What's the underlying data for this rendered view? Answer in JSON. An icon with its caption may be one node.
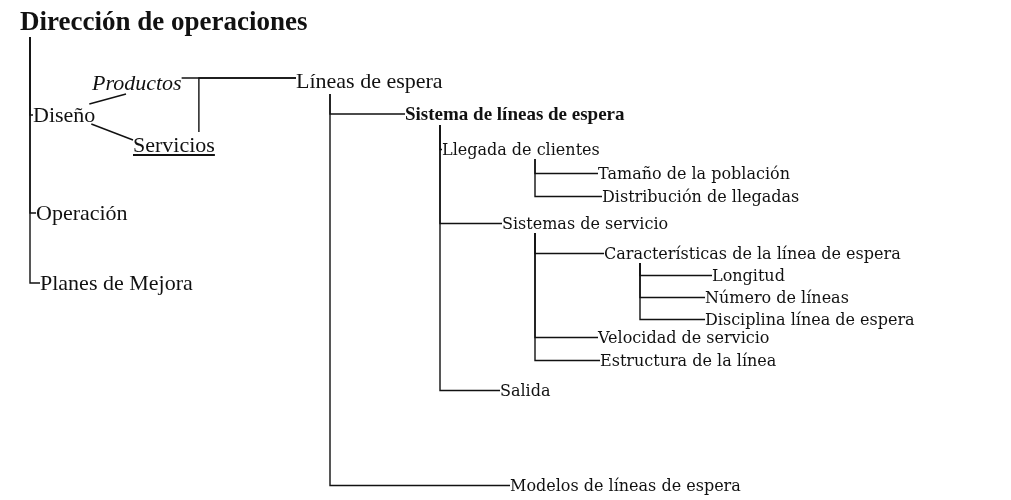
{
  "diagram": {
    "nodes": [
      {
        "text": [
          "Dirección de operaciones"
        ]
      },
      {
        "text": [
          "Productos"
        ]
      },
      {
        "text": [
          "Diseño"
        ]
      },
      {
        "text": [
          "Servicios"
        ]
      },
      {
        "text": [
          "Operación"
        ]
      },
      {
        "text": [
          "Planes de Mejora"
        ]
      },
      {
        "text": [
          "Líneas de espera"
        ]
      },
      {
        "text": [
          "Sistema de líneas de espera"
        ]
      },
      {
        "text": [
          "Llegada de clientes"
        ]
      },
      {
        "text": [
          "Tamaño de la población"
        ]
      },
      {
        "text": [
          "Distribución de llegadas"
        ]
      },
      {
        "text": [
          "Sistemas de servicio"
        ]
      },
      {
        "text": [
          "Características de la línea de espera"
        ]
      },
      {
        "text": [
          "Longitud"
        ]
      },
      {
        "text": [
          "Número de líneas"
        ]
      },
      {
        "text": [
          "Disciplina línea de espera"
        ]
      },
      {
        "text": [
          "Velocidad de servicio"
        ]
      },
      {
        "text": [
          "Estructura de la línea"
        ]
      },
      {
        "text": [
          "Salida"
        ]
      },
      {
        "text": [
          "Modelos de líneas de espera"
        ]
      }
    ],
    "edges": [
      {
        "from": 0,
        "to": 2,
        "arrow": "none"
      },
      {
        "from": 2,
        "to": 1,
        "arrow": "none"
      },
      {
        "from": 2,
        "to": 3,
        "arrow": "none"
      },
      {
        "from": 1,
        "to": 6,
        "arrow": "none"
      },
      {
        "from": 3,
        "to": 6,
        "arrow": "none"
      },
      {
        "from": 0,
        "to": 4,
        "arrow": "none"
      },
      {
        "from": 0,
        "to": 5,
        "arrow": "none"
      },
      {
        "from": 6,
        "to": 7,
        "arrow": "none"
      },
      {
        "from": 7,
        "to": 8,
        "arrow": "none"
      },
      {
        "from": 8,
        "to": 9,
        "arrow": "none"
      },
      {
        "from": 8,
        "to": 10,
        "arrow": "none"
      },
      {
        "from": 7,
        "to": 11,
        "arrow": "none"
      },
      {
        "from": 11,
        "to": 12,
        "arrow": "none"
      },
      {
        "from": 12,
        "to": 13,
        "arrow": "none"
      },
      {
        "from": 12,
        "to": 14,
        "arrow": "none"
      },
      {
        "from": 12,
        "to": 15,
        "arrow": "none"
      },
      {
        "from": 11,
        "to": 16,
        "arrow": "none"
      },
      {
        "from": 11,
        "to": 17,
        "arrow": "none"
      },
      {
        "from": 7,
        "to": 18,
        "arrow": "none"
      },
      {
        "from": 6,
        "to": 19,
        "arrow": "none"
      }
    ]
  }
}
